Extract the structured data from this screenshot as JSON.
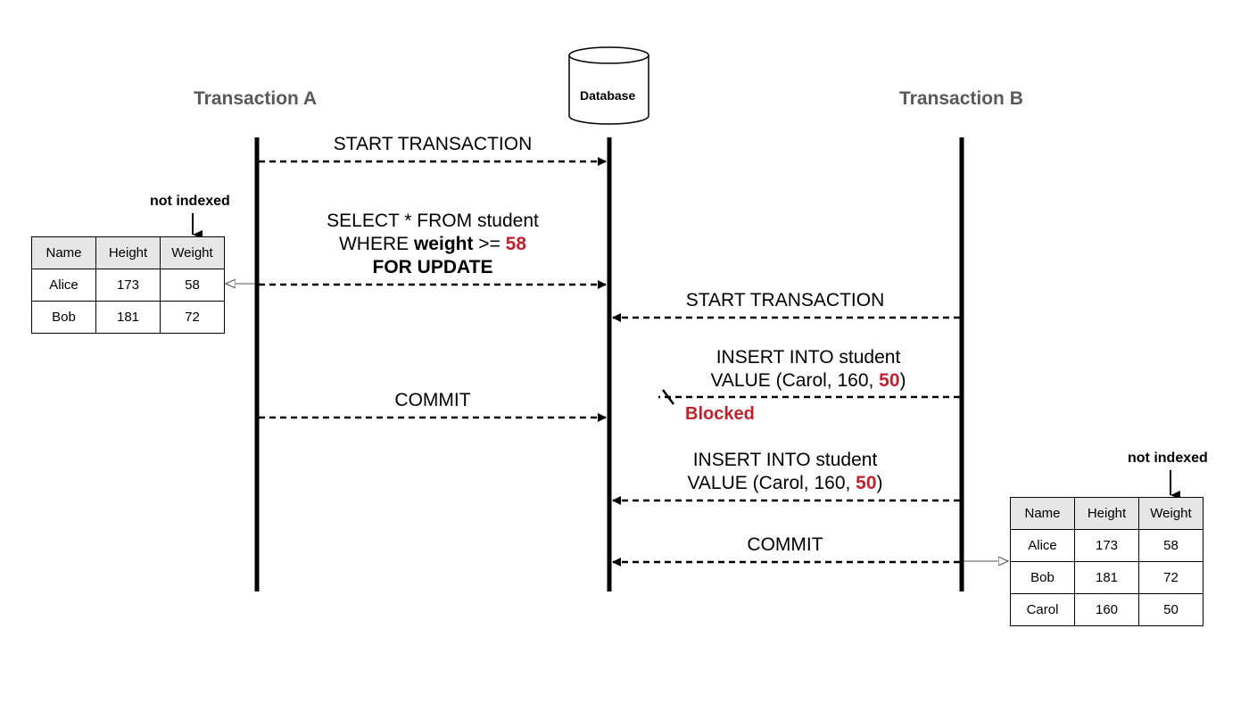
{
  "participants": {
    "transaction_a": "Transaction A",
    "database": "Database",
    "transaction_b": "Transaction B"
  },
  "messages": [
    {
      "id": "a-start",
      "lines": [
        "START TRANSACTION"
      ]
    },
    {
      "id": "a-select",
      "line1": "SELECT * FROM student",
      "line2_pre": "WHERE ",
      "line2_bold": "weight",
      "line2_mid": " >= ",
      "line2_red": "58",
      "line3": "FOR UPDATE"
    },
    {
      "id": "b-start",
      "lines": [
        "START TRANSACTION"
      ]
    },
    {
      "id": "b-insert-1",
      "line1": "INSERT INTO student",
      "line2_pre": "VALUE (Carol, 160, ",
      "line2_red": "50",
      "line2_post": ")"
    },
    {
      "id": "a-commit",
      "lines": [
        "COMMIT"
      ]
    },
    {
      "id": "b-insert-2",
      "line1": "INSERT INTO student",
      "line2_pre": "VALUE (Carol, 160, ",
      "line2_red": "50",
      "line2_post": ")"
    },
    {
      "id": "b-commit",
      "lines": [
        "COMMIT"
      ]
    }
  ],
  "blocked_label": "Blocked",
  "note_label": "not indexed",
  "table_a": {
    "headers": [
      "Name",
      "Height",
      "Weight"
    ],
    "rows": [
      [
        "Alice",
        "173",
        "58"
      ],
      [
        "Bob",
        "181",
        "72"
      ]
    ]
  },
  "table_b": {
    "headers": [
      "Name",
      "Height",
      "Weight"
    ],
    "rows": [
      [
        "Alice",
        "173",
        "58"
      ],
      [
        "Bob",
        "181",
        "72"
      ],
      [
        "Carol",
        "160",
        "50"
      ]
    ]
  },
  "colors": {
    "header_gray": "#595959",
    "accent_red": "#c0212e",
    "table_header_bg": "#e6e6e6"
  }
}
